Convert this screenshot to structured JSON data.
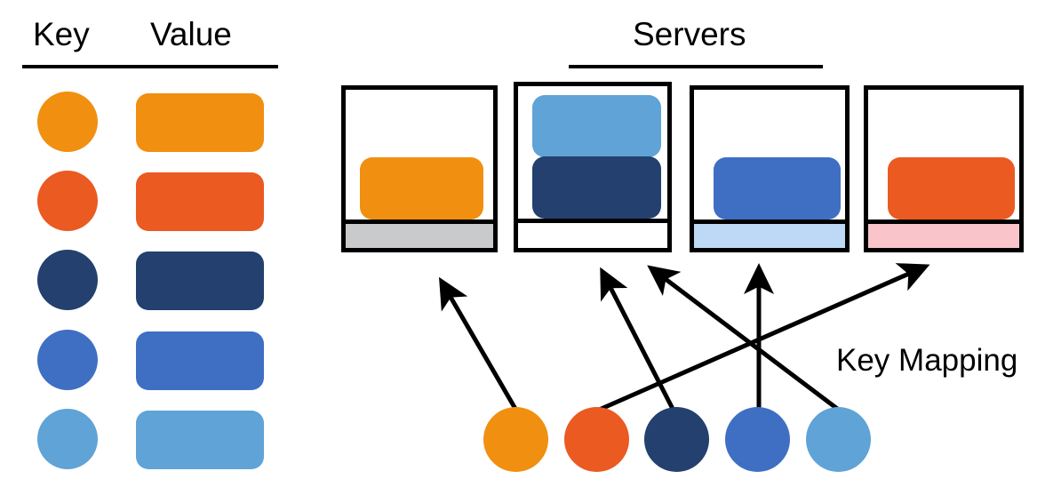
{
  "figure": {
    "type": "diagram",
    "subject": "key-value store sharded across servers with key mapping"
  },
  "legend_table": {
    "headers": {
      "key": "Key",
      "value": "Value"
    },
    "rows": [
      {
        "index": 1,
        "key_color": "#F18F10",
        "value_color": "#F18F10"
      },
      {
        "index": 2,
        "key_color": "#EA5A21",
        "value_color": "#EA5A21"
      },
      {
        "index": 3,
        "key_color": "#23406E",
        "value_color": "#23406E"
      },
      {
        "index": 4,
        "key_color": "#3F6FC3",
        "value_color": "#3F6FC3"
      },
      {
        "index": 5,
        "key_color": "#5FA3D7",
        "value_color": "#5FA3D7"
      }
    ]
  },
  "servers": {
    "title": "Servers",
    "boxes": [
      {
        "id": 1,
        "blocks": [
          {
            "color": "#F18F10",
            "height_units": 1
          }
        ],
        "bar_color": "#C9CACC",
        "bar_label": "gray"
      },
      {
        "id": 2,
        "blocks": [
          {
            "color": "#5FA3D7",
            "height_units": 1
          },
          {
            "color": "#23406E",
            "height_units": 1
          }
        ],
        "bar_color": "#FFFFFF",
        "bar_label": "empty"
      },
      {
        "id": 3,
        "blocks": [
          {
            "color": "#3F6FC3",
            "height_units": 1
          }
        ],
        "bar_color": "#BDD9F5",
        "bar_label": "light-blue"
      },
      {
        "id": 4,
        "blocks": [
          {
            "color": "#EA5A21",
            "height_units": 1
          }
        ],
        "bar_color": "#F9C5CB",
        "bar_label": "pink"
      }
    ]
  },
  "key_mapping": {
    "label": "Key Mapping",
    "keys": [
      {
        "index": 1,
        "color": "#F18F10",
        "target_server": 1
      },
      {
        "index": 2,
        "color": "#EA5A21",
        "target_server": 4
      },
      {
        "index": 3,
        "color": "#23406E",
        "target_server": 2
      },
      {
        "index": 4,
        "color": "#3F6FC3",
        "target_server": 3
      },
      {
        "index": 5,
        "color": "#5FA3D7",
        "target_server": 2
      }
    ]
  },
  "palette": {
    "orange": "#F18F10",
    "orange_red": "#EA5A21",
    "navy": "#23406E",
    "blue": "#3F6FC3",
    "light_blue": "#5FA3D7",
    "gray_bar": "#C9CACC",
    "light_blue_bar": "#BDD9F5",
    "pink_bar": "#F9C5CB",
    "stroke": "#000000",
    "background": "#FFFFFF"
  }
}
